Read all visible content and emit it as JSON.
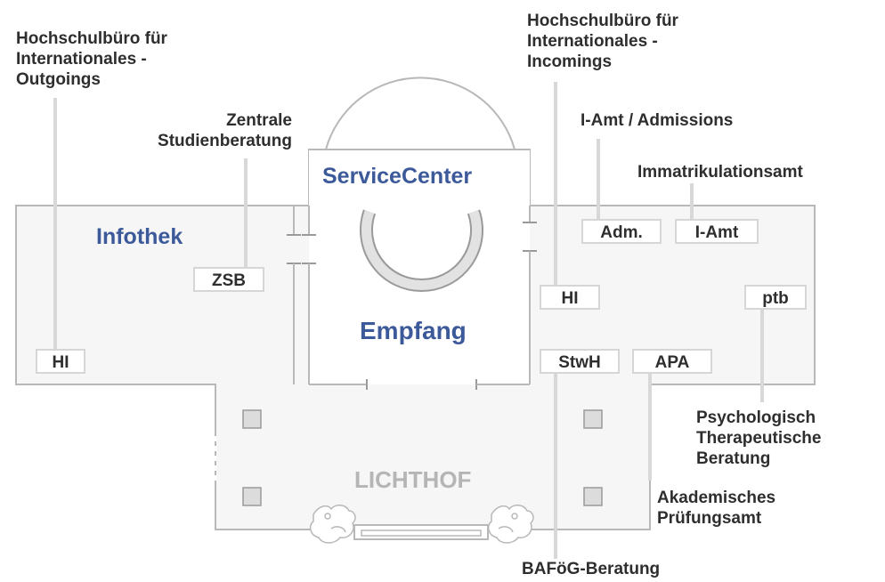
{
  "rooms": {
    "infothek": "Infothek",
    "servicecenter": "ServiceCenter",
    "empfang": "Empfang",
    "lichthof": "LICHTHOF"
  },
  "desks": {
    "hi_left": "HI",
    "zsb": "ZSB",
    "hi_right": "HI",
    "adm": "Adm.",
    "iamt": "I-Amt",
    "ptb": "ptb",
    "stwh": "StwH",
    "apa": "APA"
  },
  "labels": {
    "outgoings": "Hochschulbüro für\nInternationales -\nOutgoings",
    "zsb": "Zentrale\nStudienberatung",
    "incomings": "Hochschulbüro für\nInternationales -\nIncomings",
    "admissions": "I-Amt / Admissions",
    "immatrikulation": "Immatrikulationsamt",
    "ptb": "Psychologisch\nTherapeutische\nBeratung",
    "apa": "Akademisches\nPrüfungsamt",
    "bafoeg": "BAFöG-Beratung"
  }
}
